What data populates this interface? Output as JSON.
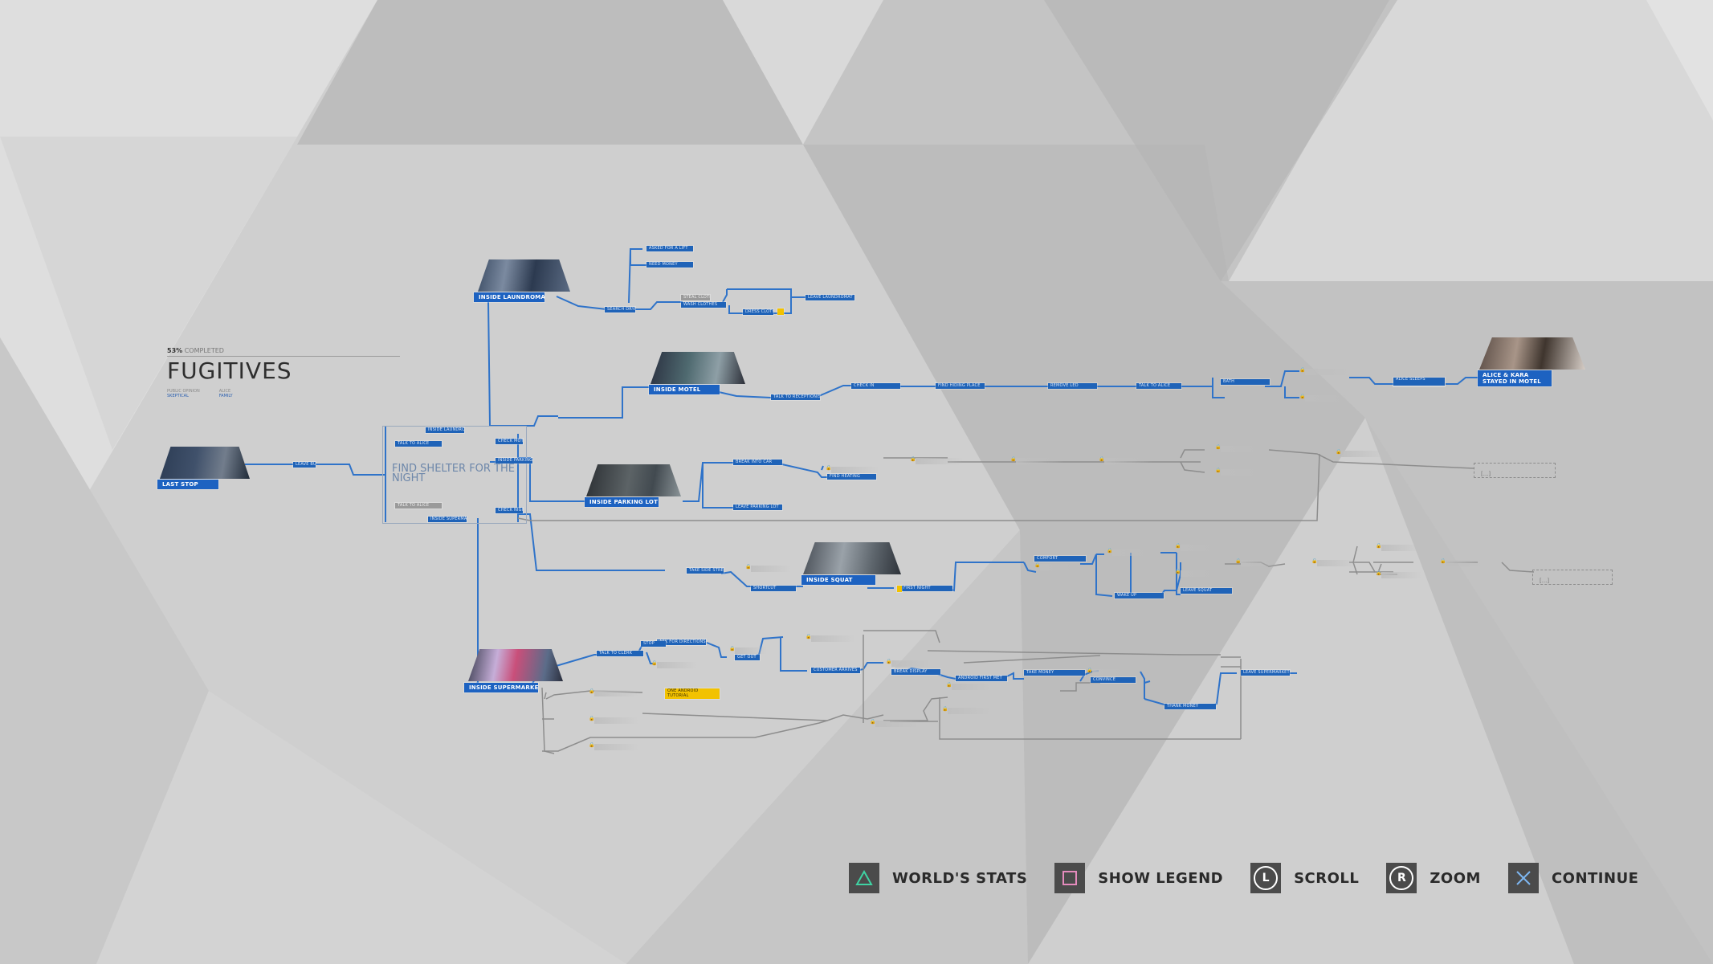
{
  "chapter": {
    "completion_percent": "53%",
    "completion_label": "COMPLETED",
    "title": "FUGITIVES",
    "tags": [
      {
        "label": "PUBLIC OPINION",
        "value": "SKEPTICAL"
      },
      {
        "label": "ALICE",
        "value": "FAMILY"
      }
    ],
    "objective": "FIND SHELTER FOR THE NIGHT"
  },
  "key_nodes": {
    "last_stop": "LAST STOP",
    "laundromat": "INSIDE LAUNDROMAT",
    "motel": "INSIDE MOTEL",
    "parking_lot": "INSIDE PARKING LOT",
    "squat": "INSIDE SQUAT",
    "supermarket": "INSIDE SUPERMARKET",
    "ending": "ALICE & KARA STAYED IN MOTEL",
    "locked_end_1": "[...]",
    "locked_end_2": "[...]"
  },
  "nodes": [
    {
      "label": "LEAVE BUS"
    },
    {
      "label": "INSIDE LAUNDROMAT"
    },
    {
      "label": "TALK TO ALICE"
    },
    {
      "label": "CHECK MOTEL"
    },
    {
      "label": "INSIDE PARKING LOT"
    },
    {
      "label": "TALK TO ALICE"
    },
    {
      "label": "INSIDE SUPERMARKET"
    },
    {
      "label": "CHECK NIGHT"
    },
    {
      "label": "SEARCH DRYER"
    },
    {
      "label": "STEAL CLOTHES"
    },
    {
      "label": "WASH CLOTHES"
    },
    {
      "label": "DRESS CLOTHES"
    },
    {
      "label": "LEAVE LAUNDROMAT"
    },
    {
      "label": "ASKED FOR A LIFT"
    },
    {
      "label": "NEED MONEY"
    },
    {
      "label": "TALK TO RECEPTIONIST"
    },
    {
      "label": "CHECK IN"
    },
    {
      "label": "FIND HIDING PLACE"
    },
    {
      "label": "REMOVE LED"
    },
    {
      "label": "TALK TO ALICE"
    },
    {
      "label": "BATH"
    },
    {
      "label": "ALICE SLEEPS"
    },
    {
      "label": "BREAK INTO CAR"
    },
    {
      "label": "FIND HEATING"
    },
    {
      "label": "LEAVE PARKING LOT"
    },
    {
      "label": "TAKE SIDE STREET"
    },
    {
      "label": "SHORTCUT"
    },
    {
      "label": "FIRST NIGHT"
    },
    {
      "label": "COMFORT"
    },
    {
      "label": "WAKE UP"
    },
    {
      "label": "LEAVE SQUAT"
    },
    {
      "label": "TALK TO CLERK"
    },
    {
      "label": "ASK FOR DIRECTIONS"
    },
    {
      "label": "GET OUT"
    },
    {
      "label": "STOP"
    },
    {
      "label": "CUSTOMER ARRIVES"
    },
    {
      "label": "BREAK DISPLAY"
    },
    {
      "label": "ANDROID FIRST MET"
    },
    {
      "label": "TAKE MONEY"
    },
    {
      "label": "CONVINCE"
    },
    {
      "label": "THANK MONEY"
    },
    {
      "label": "LEAVE SUPERMARKET"
    }
  ],
  "hint": "ONE ANDROID TUTORIAL",
  "controls": [
    {
      "icon": "triangle-icon",
      "label": "WORLD'S STATS"
    },
    {
      "icon": "square-icon",
      "label": "SHOW LEGEND"
    },
    {
      "icon": "left-stick-icon",
      "glyph": "L",
      "label": "SCROLL"
    },
    {
      "icon": "right-stick-icon",
      "glyph": "R",
      "label": "ZOOM"
    },
    {
      "icon": "cross-icon",
      "label": "CONTINUE"
    }
  ],
  "colors": {
    "node_blue": "#1f63b8",
    "line_blue": "#2f73c9",
    "hint_yellow": "#f2c200",
    "triangle": "#3fd3a3",
    "square": "#e58bbd",
    "cross": "#7db6f0"
  }
}
